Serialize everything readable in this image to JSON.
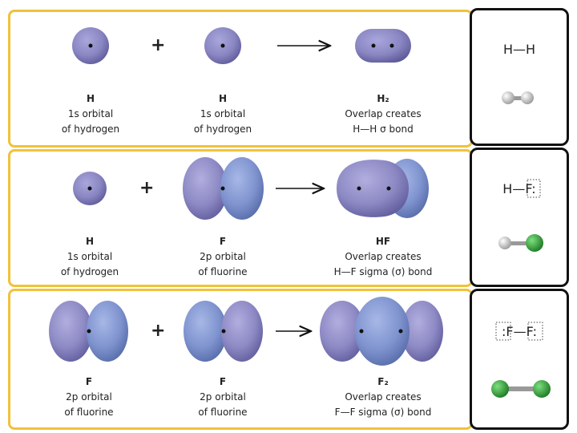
{
  "rows": [
    {
      "a": {
        "name": "H",
        "l1": "1s orbital",
        "l2": "of hydrogen"
      },
      "b": {
        "name": "H",
        "l1": "1s orbital",
        "l2": "of hydrogen"
      },
      "c": {
        "name": "H₂",
        "l1": "Overlap creates",
        "l2": "H—H σ bond"
      },
      "plus": "+",
      "lewis": "H—H"
    },
    {
      "a": {
        "name": "H",
        "l1": "1s orbital",
        "l2": "of hydrogen"
      },
      "b": {
        "name": "F",
        "l1": "2p orbital",
        "l2": "of fluorine"
      },
      "c": {
        "name": "HF",
        "l1": "Overlap creates",
        "l2": "H—F sigma (σ) bond"
      },
      "plus": "+",
      "lewis": "H—F:"
    },
    {
      "a": {
        "name": "F",
        "l1": "2p orbital",
        "l2": "of fluorine"
      },
      "b": {
        "name": "F",
        "l1": "2p orbital",
        "l2": "of fluorine"
      },
      "c": {
        "name": "F₂",
        "l1": "Overlap creates",
        "l2": "F—F sigma (σ) bond"
      },
      "plus": "+",
      "lewis": ":F—F:"
    }
  ],
  "colors": {
    "s_orbital": "#8d89c4",
    "p_orbital": "#7f93cf",
    "frame_accent": "#f0c23a",
    "hydrogen_atom": "#e6e6e6",
    "fluorine_atom": "#2f9e37"
  }
}
